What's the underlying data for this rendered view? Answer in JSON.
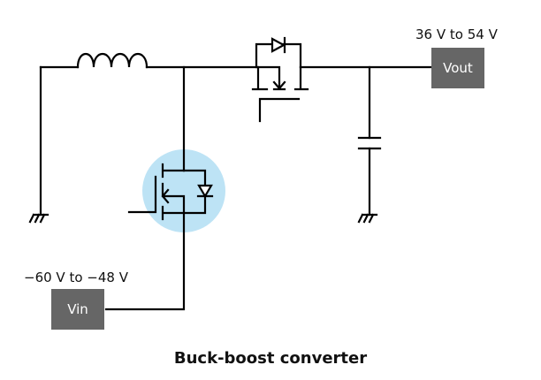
{
  "diagram": {
    "title": "Buck-boost converter",
    "output": {
      "label": "Vout",
      "range": "36 V to 54 V"
    },
    "input": {
      "label": "Vin",
      "range": "−60 V to −48 V"
    },
    "colors": {
      "wire": "#000000",
      "terminal_box": "#666666",
      "highlight": "#bde3f5"
    },
    "components": [
      "inductor",
      "high-side-mosfet",
      "low-side-mosfet-highlighted",
      "output-capacitor",
      "ground-left",
      "ground-right"
    ]
  }
}
